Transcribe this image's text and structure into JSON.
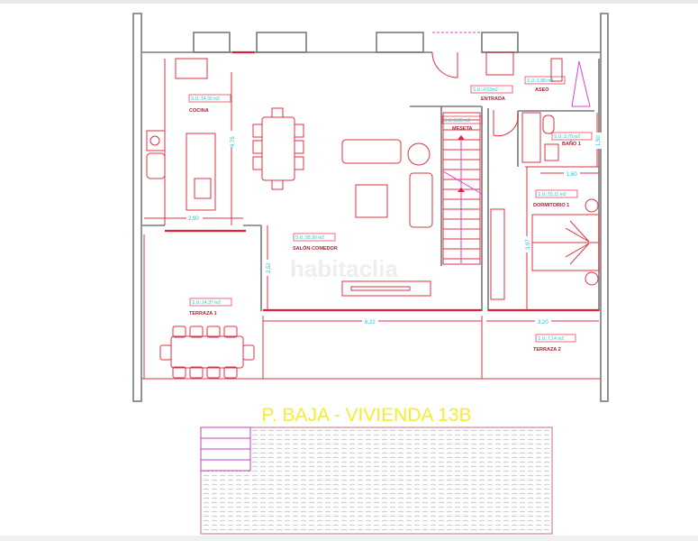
{
  "title": "P. BAJA - VIVIENDA 13B",
  "watermark": "habitaclia",
  "rooms": {
    "cocina": {
      "name": "COCINA",
      "area": "S.U.:14,35 m2"
    },
    "salon": {
      "name": "SALÓN-COMEDOR",
      "area": "S.U.:58,90 m2"
    },
    "entrada": {
      "name": "ENTRADA",
      "area": "S.U.:4,53m2"
    },
    "aseo": {
      "name": "ASEO",
      "area": "S.U.:1,88 m2"
    },
    "meseta": {
      "name": "MESETA",
      "area": "S.U.:2,80 m2"
    },
    "bano": {
      "name": "BAÑO 1",
      "area": "S.U.:3,70 m2"
    },
    "dormitorio": {
      "name": "DORMITORIO 1",
      "area": "S.U.:15,11 m2"
    },
    "terraza1": {
      "name": "TERRAZA 1",
      "area": "S.U.:14,37 m2"
    },
    "terraza2": {
      "name": "TERRAZA 2",
      "area": "S.U.:7,14 m2"
    }
  },
  "dimensions": {
    "d1": "4,75",
    "d2": "2,90",
    "d3": "2,52",
    "d4": "6,22",
    "d5": "3,20",
    "d6": "3,97",
    "d7": "1,60",
    "d8": "1,50"
  },
  "colors": {
    "walls": "#7a7a7a",
    "lines": "#e03040",
    "area_labels": "#20c8d8",
    "title": "#f0f030",
    "pool_hatch": "#9aa8b8"
  }
}
